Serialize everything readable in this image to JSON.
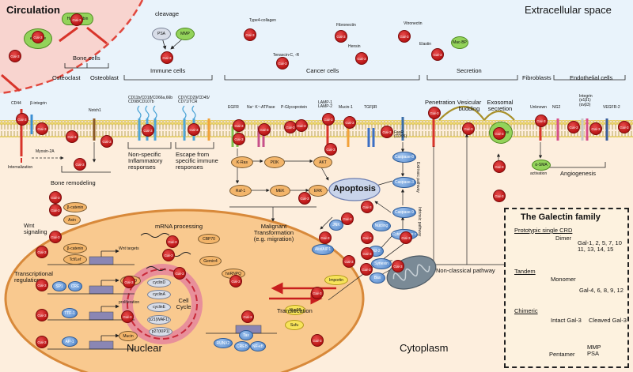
{
  "regions": {
    "circulation": "Circulation",
    "extracellular": "Extracellular space",
    "cytoplasm": "Cytoplasm",
    "nuclear": "Nuclear"
  },
  "circulation": {
    "exosome": "exosome",
    "haptoglobin": "Haptoglobin"
  },
  "cleavage": {
    "title": "cleavage",
    "psa": "PSA",
    "mmp": "MMP"
  },
  "ecm": {
    "type4_collagen": "Type4-collagen",
    "fibronectin": "Fibronectin",
    "vitronectin": "Vitronectin",
    "tenascin": "Tenascin-C, -R",
    "hensin": "Hensin",
    "elastin": "Elastin",
    "mac2bp": "Mac-BP"
  },
  "galectin_label": "Gal-3",
  "galectin_short": "Gal-",
  "headers": {
    "bone_cells": "Bone cells",
    "osteoclast": "Osteoclast",
    "osteoblast": "Osteoblast",
    "immune_cells": "Immune cells",
    "cancer_cells": "Cancer cells",
    "secretion": "Secretion",
    "fibroblasts": "Fibroblasts",
    "endothelial": "Endothelial cells"
  },
  "receptors": {
    "cd44": "CD44",
    "b_integrin": "β-integrin",
    "notch1": "Notch1",
    "immune1": "CD11b/CD18/CD66a,66b\nCD98/CD107b",
    "immune2": "CD7/CD29/CD45/\nCD71/TCR",
    "egfr": "EGFR",
    "nak": "Na⁺ K⁺-ATPase",
    "pgp": "P-Glycoprotein",
    "lamp": "LAMP-1\nLAMP-2",
    "mucin": "Mucin-1",
    "tgfbr": "TGFβR",
    "fasr": "FasR\n(CD95)",
    "unknown": "Unknown",
    "ng2": "NG2",
    "integrins": "Integrin\n(α1β1)\n(αvβ3)",
    "vegfr": "VEGFR-2"
  },
  "secretion_types": {
    "penetration": "Penetration",
    "budding": "Vesicular\nbudding",
    "exosomal": "Exosomal\nsecretion",
    "exosome": "exosome"
  },
  "bone": {
    "internalization": "Internalization",
    "myosin": "Myosin-2A",
    "remodeling": "Bone remodeling"
  },
  "immune": {
    "nonspecific": "Non-specific\nInflammatory\nresponses",
    "escape": "Escape from\nspecific immune\nresponses"
  },
  "cancer": {
    "kras": "K-Ras",
    "pi3k": "PI3K",
    "akt": "AKT",
    "raf1": "Raf-1",
    "mek": "MEK",
    "erk": "ERK",
    "apoptosis": "Apoptosis",
    "malignant": "Malignant\nTransformation\n(e.g. migration)",
    "caspase8": "Caspase-8",
    "caspase3": "Caspase-3",
    "caspase9": "Caspase-9",
    "cytochrome": "Cytochrome c",
    "extrinsic": "Extrinsic pathway",
    "intrinsic": "Intrinsic pathway",
    "jnk": "JNK",
    "alix": "Alix/AIP1",
    "nucling": "Nucling",
    "bcl2": "Bcl-2",
    "synexin": "Synexin",
    "bax": "Bax",
    "nonclassical": "Non-classical pathway"
  },
  "fibro": {
    "asma": "α-SMA",
    "activation": "activation"
  },
  "endo": {
    "angiogenesis": "Angiogenesis"
  },
  "nucleus": {
    "wnt_signaling": "Wnt\nsignaling",
    "bcatenin": "β-catenin",
    "axin": "Axin",
    "bcl9": "Bcl9",
    "tcf": "Tcf/Lef",
    "wnt_targets": "Wnt targets",
    "transcriptional": "Transcriptional\nregulation",
    "sp1": "SP1",
    "cre": "CRE",
    "cyclin_d": "cyclinD",
    "ttf1": "TTF-1",
    "proliferation": "proliferation",
    "ap1": "AP-1",
    "mucin": "Mucin",
    "mrna": "mRNA processing",
    "cbp70": "CBP70",
    "gemin4": "Gemin4",
    "hnrnpq": "hnRNPQ",
    "cycle_labels": [
      "cyclinD",
      "cyclinA",
      "cyclinE",
      "p21(WAF1)",
      "p27(KIP1)"
    ],
    "cell_cycle": "Cell\nCycle",
    "runx2": "RUNX2",
    "tax": "Tax",
    "creb": "CREB",
    "nfkb": "NF-κB",
    "importin": "Importin",
    "nup98": "Nup98",
    "sufu": "Sufu",
    "translocation": "Translocation"
  },
  "family": {
    "title": "The Galectin family",
    "prototypic": "Prototypic single CRD",
    "dimer": "Dimer",
    "proto_members": "Gal-1, 2, 5, 7, 10\n11, 13, 14, 15",
    "tandem": "Tandem",
    "monomer": "Monomer",
    "tandem_members": "Gal-4, 6, 8, 9, 12",
    "chimeric": "Chimeric",
    "intact": "Intact Gal-3",
    "cleaved": "Cleaved Gal-3",
    "pentamer": "Pentamer",
    "mmp_psa": "MMP\nPSA"
  },
  "colors": {
    "extracellular_bg": "#e9f3fb",
    "cytoplasm_bg": "#fdeedd",
    "nucleus_bg": "#f9c98f",
    "galectin3": "#c81e1e",
    "membrane_lipid": "#e8c94c",
    "apoptosis_fill": "#c9d4ea"
  }
}
